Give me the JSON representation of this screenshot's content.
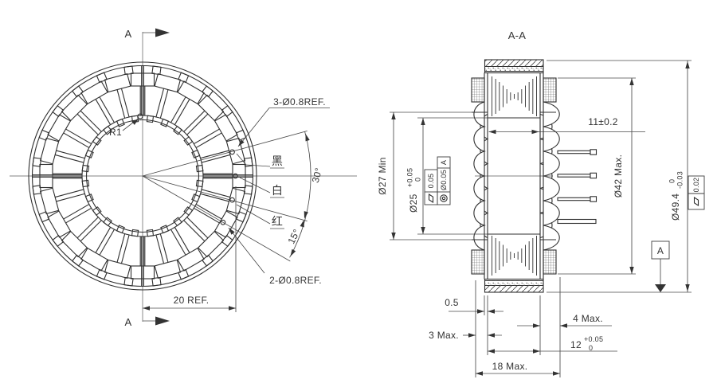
{
  "drawing": {
    "section_title": "A-A",
    "cut_label": "A",
    "datum_label": "A"
  },
  "front_view": {
    "radius_label": "R1",
    "top_holes_label": "3-Ø0.8REF.",
    "bottom_holes_label": "2-Ø0.8REF.",
    "angle_between_wires": "30°",
    "angle_lower": "15°",
    "center_to_hole": "20 REF.",
    "teeth_count": 24,
    "hole_angles_deg": [
      15,
      0,
      -15,
      -30
    ],
    "wire_labels": [
      {
        "text": "黑"
      },
      {
        "text": "白"
      },
      {
        "text": "红"
      }
    ]
  },
  "section_view": {
    "pins_count": 4,
    "bore_min": "Ø27 Min",
    "bore": "Ø25",
    "bore_tol_upper": "+0.05",
    "bore_tol_lower": "0",
    "winding_od": "Ø42 Max.",
    "od": "Ø49.4",
    "od_tol_upper": "0",
    "od_tol_lower": "-0.03",
    "inner_width": "11±0.2",
    "flange_gap": "0.5",
    "overhang_left": "3 Max.",
    "overhang_right": "4 Max.",
    "core_width": "12",
    "core_width_tol_upper": "+0.05",
    "core_width_tol_lower": "0",
    "total_width": "18 Max.",
    "fcf_bore": [
      {
        "symbol": "flatness",
        "value": "0.05"
      },
      {
        "symbol": "concentricity",
        "value": "Ø0.05",
        "datum": "A"
      }
    ],
    "fcf_od": {
      "symbol": "flatness",
      "value": "0.02"
    }
  },
  "colors": {
    "background": "#ffffff",
    "part_line": "#2f2f2f",
    "dim_line": "#4a4a4a",
    "text": "#333333"
  }
}
